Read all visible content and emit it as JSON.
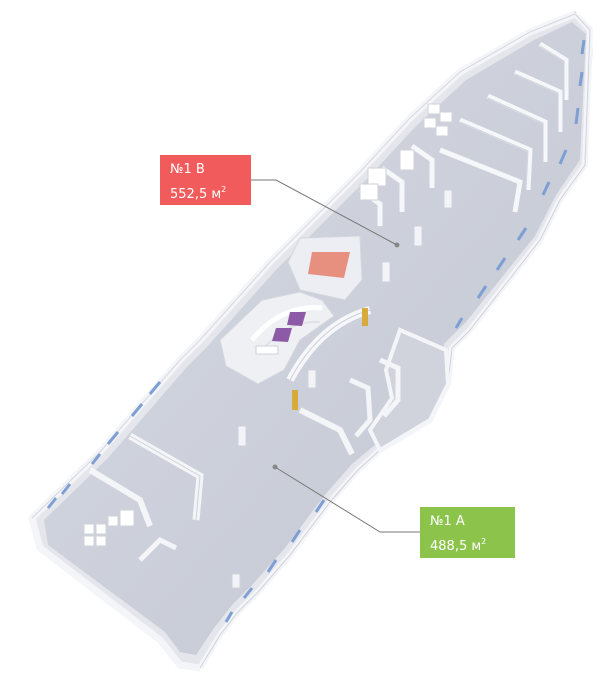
{
  "colors": {
    "zone_b": "#f15b5b",
    "zone_a": "#8cc34b",
    "floor": "#cdd0da",
    "wall_top": "#f1f2f6",
    "wall_side": "#e1e3ea",
    "wall_shadow": "#c6c9d3",
    "window": "#7e9fd4",
    "door_gold": "#d8a93b",
    "pink_room": "#e8907f",
    "purple_room": "#8c5aa6",
    "leader_line": "#777777"
  },
  "zones": [
    {
      "id": "b",
      "name": "№1 В",
      "area_value": "552,5 м",
      "area_sup": "2"
    },
    {
      "id": "a",
      "name": "№1 А",
      "area_value": "488,5 м",
      "area_sup": "2"
    }
  ]
}
